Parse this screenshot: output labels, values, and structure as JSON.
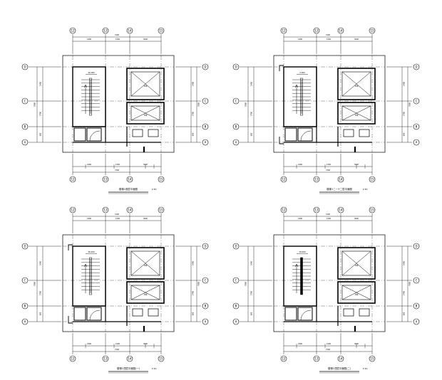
{
  "plans": [
    {
      "id": "plan-1",
      "title": "楼梯1底层平面图",
      "scale": "1:50",
      "axes_top": [
        "12",
        "13",
        "14",
        "15"
      ],
      "axes_bottom": [
        "12",
        "13",
        "14",
        "15"
      ],
      "axes_left": [
        "D",
        "C",
        "B",
        "A"
      ],
      "axes_right": [
        "D",
        "C",
        "B",
        "A"
      ],
      "elevator_marks": [
        "电梯",
        "电梯"
      ],
      "level_mark": "±0.000"
    },
    {
      "id": "plan-2",
      "title": "楼梯1二~十二层平面图",
      "scale": "1:50",
      "axes_top": [
        "12",
        "13",
        "14",
        "15"
      ],
      "axes_bottom": [
        "12",
        "13",
        "14",
        "15"
      ],
      "axes_left": [
        "D",
        "C",
        "B",
        "A"
      ],
      "axes_right": [
        "D",
        "C",
        "B",
        "A"
      ],
      "elevator_marks": [
        "电梯",
        "电梯"
      ],
      "level_mark": "3.000"
    },
    {
      "id": "plan-3",
      "title": "楼梯1顶层平面图(一)",
      "scale": "1:50",
      "axes_top": [
        "12",
        "13",
        "14",
        "15"
      ],
      "axes_bottom": [
        "12",
        "13",
        "14",
        "15"
      ],
      "axes_left": [
        "D",
        "C",
        "B",
        "A"
      ],
      "axes_right": [
        "D",
        "C",
        "B",
        "A"
      ],
      "elevator_marks": [
        "电梯",
        "电梯"
      ],
      "level_mark": "36.000"
    },
    {
      "id": "plan-4",
      "title": "楼梯1顶层平面图(二)",
      "scale": "1:50",
      "axes_top": [
        "12",
        "13",
        "14",
        "15"
      ],
      "axes_bottom": [
        "12",
        "13",
        "14",
        "15"
      ],
      "axes_left": [
        "D",
        "C",
        "B",
        "A"
      ],
      "axes_right": [
        "D",
        "C",
        "B",
        "A"
      ],
      "elevator_marks": [
        "电梯",
        "电梯"
      ],
      "level_mark": "39.000"
    }
  ],
  "dims": {
    "top_total": "7200",
    "top_segments": [
      "2400",
      "1200",
      "3600"
    ],
    "side_total": "7800",
    "side_segments": [
      "2400",
      "2700",
      "600",
      "2100"
    ]
  },
  "colors": {
    "ink": "#000000",
    "dim": "#000000",
    "background": "#ffffff"
  }
}
